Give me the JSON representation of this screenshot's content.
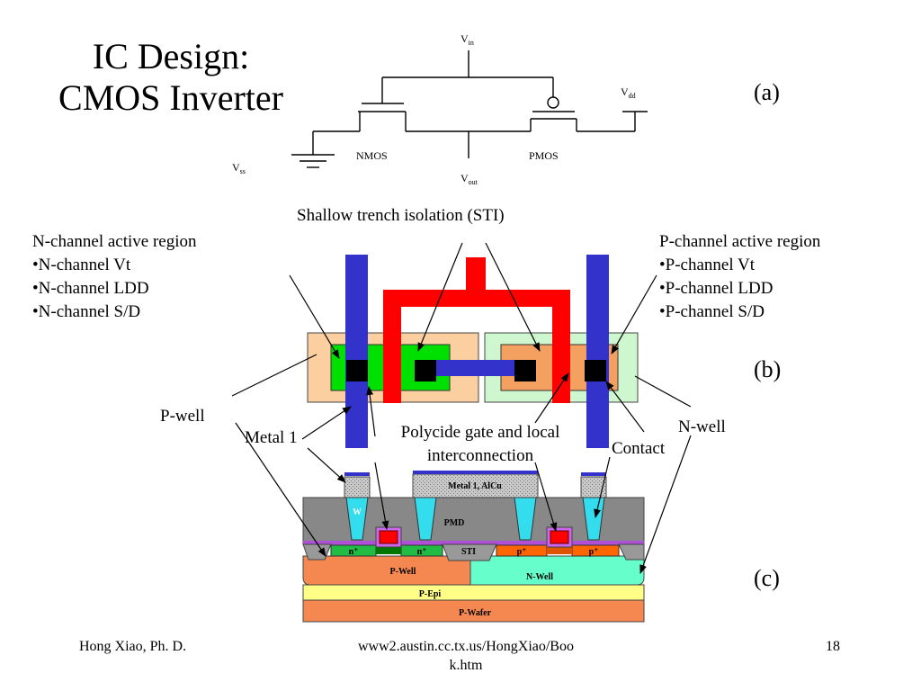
{
  "title_line1": "IC Design:",
  "title_line2": "CMOS Inverter",
  "schematic": {
    "vin": {
      "main": "V",
      "sub": "in"
    },
    "vdd": {
      "main": "V",
      "sub": "dd"
    },
    "vss": {
      "main": "V",
      "sub": "ss"
    },
    "vout": {
      "main": "V",
      "sub": "out"
    },
    "nmos": "NMOS",
    "pmos": "PMOS"
  },
  "parts": {
    "a": "(a)",
    "b": "(b)",
    "c": "(c)"
  },
  "labels": {
    "sti": "Shallow trench isolation (STI)",
    "n_channel": [
      "N-channel active region",
      "•N-channel Vt",
      "•N-channel LDD",
      "•N-channel S/D"
    ],
    "p_channel": [
      "P-channel active region",
      "•P-channel Vt",
      "•P-channel LDD",
      "•P-channel S/D"
    ],
    "pwell": "P-well",
    "metal1": "Metal 1",
    "polycide": [
      "Polycide gate and local",
      "interconnection"
    ],
    "contact": "Contact",
    "nwell": "N-well"
  },
  "cross_section": {
    "metal_alcu": "Metal 1, AlCu",
    "w": "W",
    "pmd": "PMD",
    "n_plus": "n⁺",
    "p_plus": "p⁺",
    "sti": "STI",
    "p_well": "P-Well",
    "n_well": "N-Well",
    "p_epi": "P-Epi",
    "p_wafer": "P-Wafer"
  },
  "colors": {
    "metal": "#3333cc",
    "poly": "#ff0000",
    "n_active": "#00e000",
    "p_active": "#f4a060",
    "pwell_bg": "#fbcf9f",
    "nwell_bg": "#cff7cf",
    "contact": "#000000",
    "tungsten": "#33ddee",
    "pmd": "#888888",
    "epi": "#ffff88",
    "wafer": "#f48850",
    "nwell_cs": "#66ffcc"
  },
  "footer": {
    "author": "Hong Xiao, Ph. D.",
    "url_line1": "www2.austin.cc.tx.us/HongXiao/Boo",
    "url_line2": "k.htm",
    "page": "18"
  }
}
